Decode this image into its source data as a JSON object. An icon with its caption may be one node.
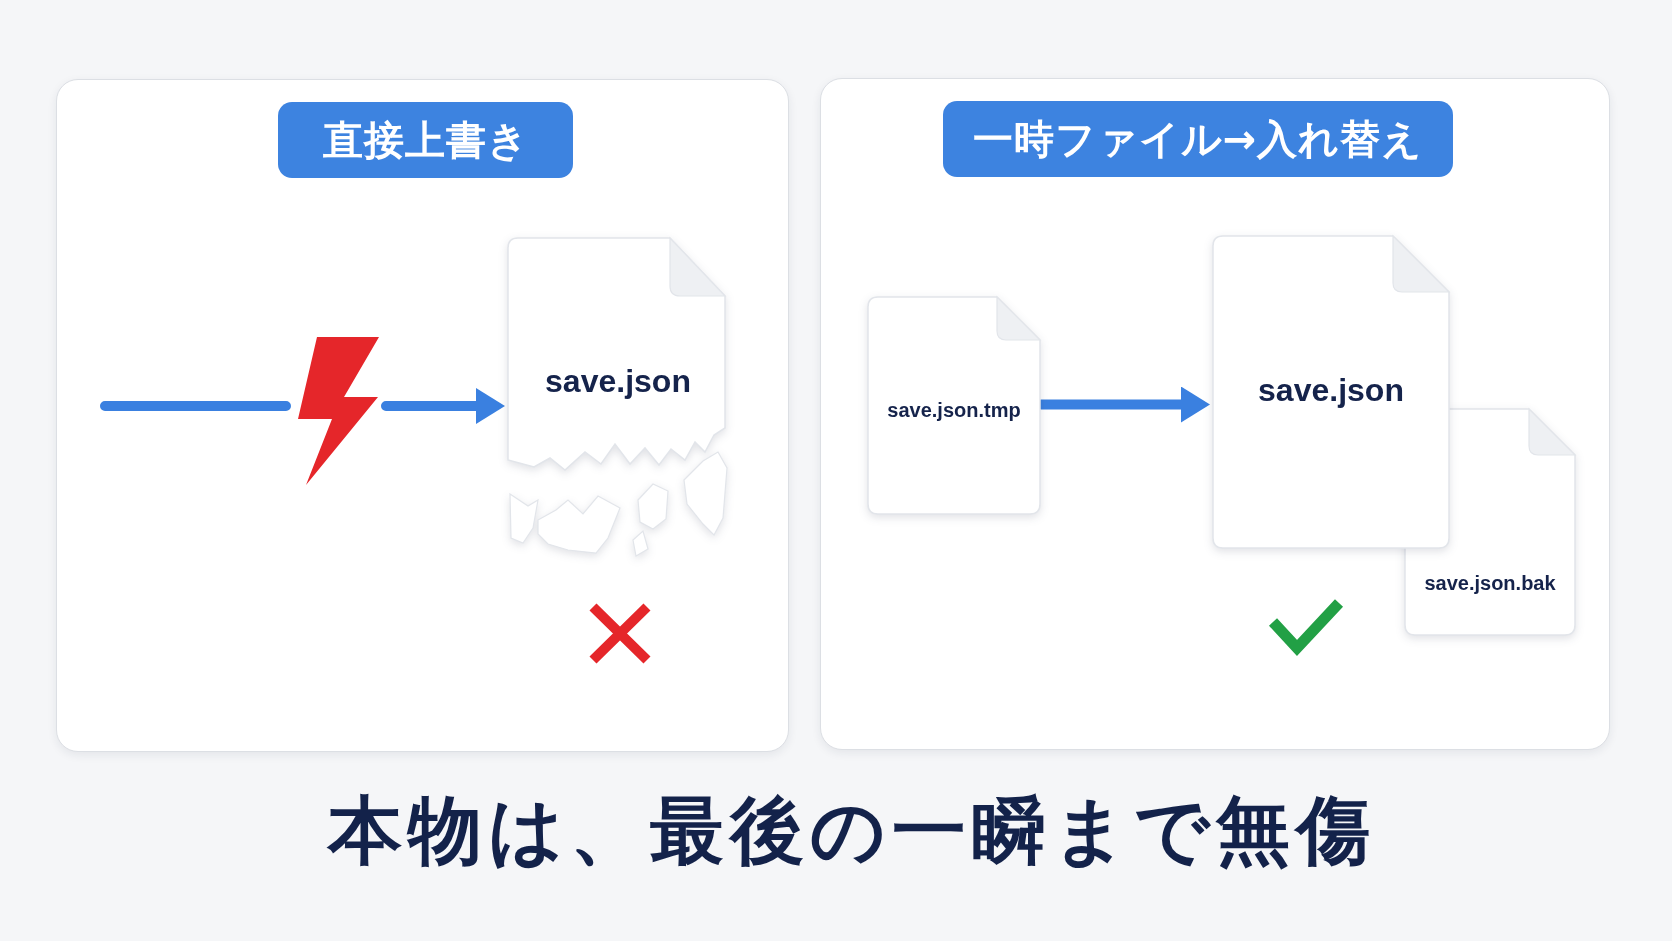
{
  "diagram": {
    "caption": "本物は、最後の一瞬まで無傷",
    "nodes": [
      {
        "text": [
          "直接上書き"
        ]
      },
      {
        "text": [
          "save.json"
        ],
        "in": 0
      },
      {
        "text": [
          "一時ファイル→入れ替え"
        ]
      },
      {
        "text": [
          "save.json.tmp"
        ],
        "in": 2
      },
      {
        "text": [
          "save.json"
        ],
        "in": 2
      },
      {
        "text": [
          "save.json.bak"
        ],
        "in": 2
      }
    ],
    "edges": [
      {
        "from": null,
        "to": 1,
        "arrow": "to"
      },
      {
        "from": 3,
        "to": 4,
        "arrow": "to"
      }
    ]
  }
}
